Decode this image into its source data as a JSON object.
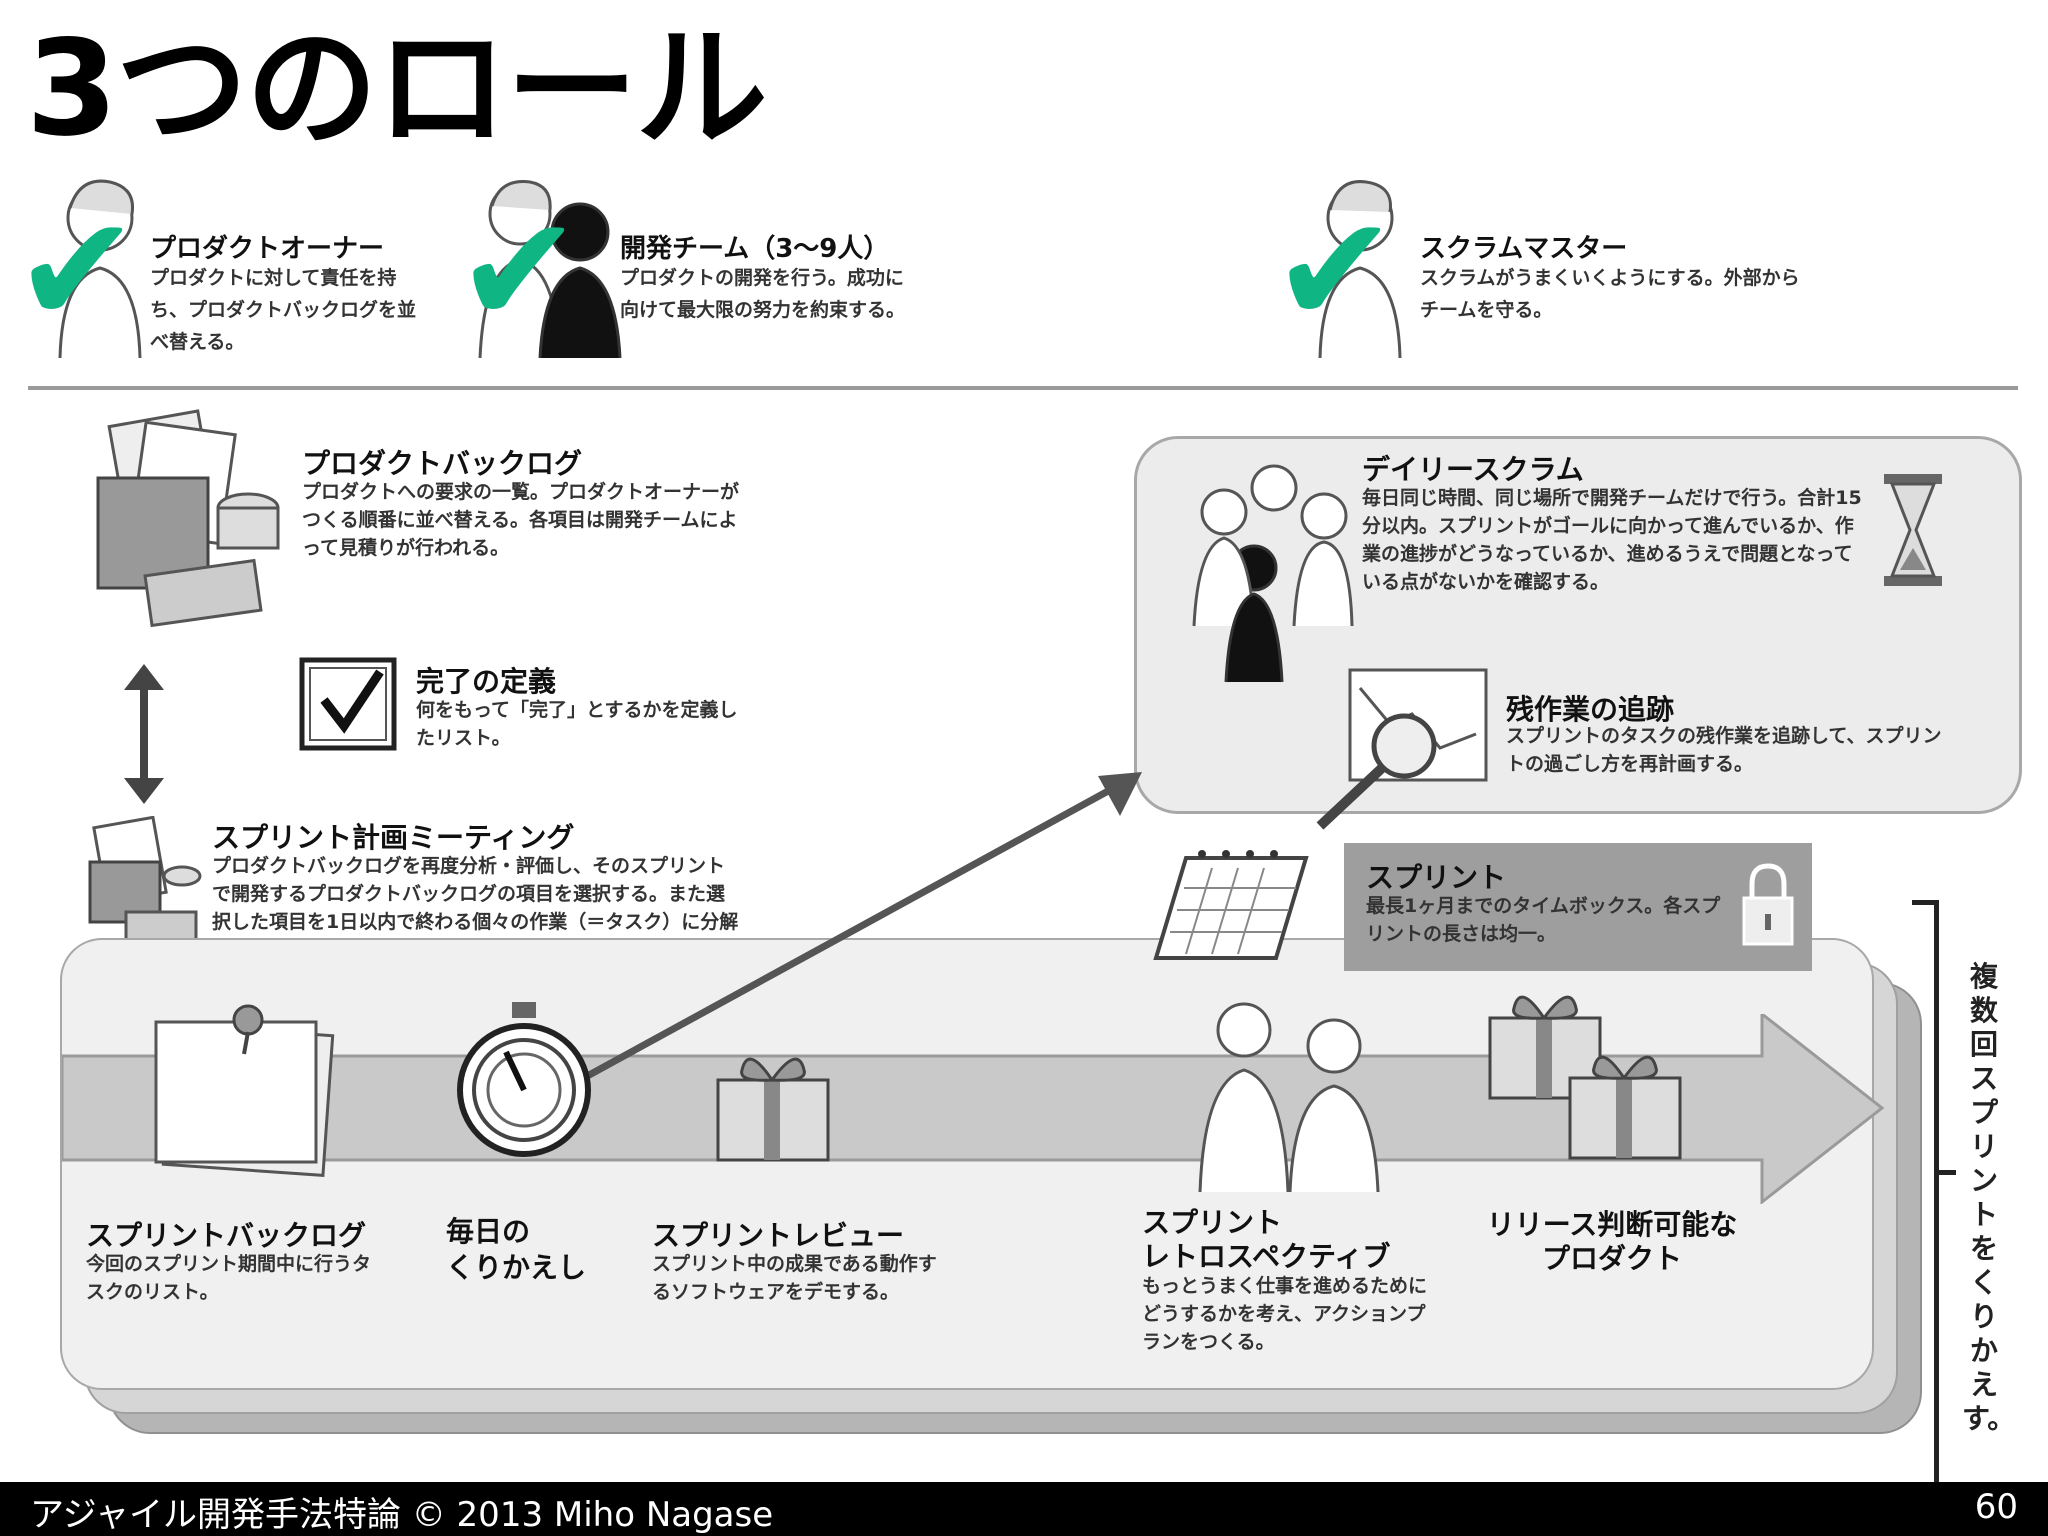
{
  "title": "3つのロール",
  "roles": [
    {
      "name": "プロダクトオーナー",
      "desc": "プロダクトに対して責任を持ち、プロダクトバックログを並べ替える。"
    },
    {
      "name": "開発チーム（3〜9人）",
      "desc": "プロダクトの開発を行う。成功に向けて最大限の努力を約束する。"
    },
    {
      "name": "スクラムマスター",
      "desc": "スクラムがうまくいくようにする。外部からチームを守る。"
    }
  ],
  "check_glyph": "✔",
  "product_backlog": {
    "title": "プロダクトバックログ",
    "desc": "プロダクトへの要求の一覧。プロダクトオーナーがつくる順番に並べ替える。各項目は開発チームによって見積りが行われる。"
  },
  "definition_of_done": {
    "title": "完了の定義",
    "desc": "何をもって「完了」とするかを定義したリスト。"
  },
  "sprint_planning": {
    "title": "スプリント計画ミーティング",
    "desc": "プロダクトバックログを再度分析・評価し、そのスプリントで開発するプロダクトバックログの項目を選択する。また選択した項目を1日以内で終わる個々の作業（＝タスク）に分解する。"
  },
  "daily_scrum": {
    "title": "デイリースクラム",
    "desc": "毎日同じ時間、同じ場所で開発チームだけで行う。合計15分以内。スプリントがゴールに向かって進んでいるか、作業の進捗がどうなっているか、進めるうえで問題となっている点がないかを確認する。"
  },
  "burndown": {
    "title": "残作業の追跡",
    "desc": "スプリントのタスクの残作業を追跡して、スプリントの過ごし方を再計画する。"
  },
  "sprint": {
    "title": "スプリント",
    "desc": "最長1ヶ月までのタイムボックス。各スプリントの長さは均一。"
  },
  "sprint_backlog": {
    "title": "スプリントバックログ",
    "desc": "今回のスプリント期間中に行うタスクのリスト。"
  },
  "daily_cycle": {
    "title": "毎日の\nくりかえし"
  },
  "sprint_review": {
    "title": "スプリントレビュー",
    "desc": "スプリント中の成果である動作するソフトウェアをデモする。"
  },
  "retrospective": {
    "title": "スプリント\nレトロスペクティブ",
    "desc": "もっとうまく仕事を進めるためにどうするかを考え、アクションプランをつくる。"
  },
  "release": {
    "title": "リリース判断可能な\nプロダクト"
  },
  "repeat_label": "複数回スプリントをくりかえす。",
  "footer": {
    "left": "アジャイル開発手法特論 © 2013 Miho Nagase",
    "page": "60"
  },
  "colors": {
    "check": "#10b584",
    "footer_bg": "#000000",
    "band": "#f0f0f0",
    "sprint_box": "#9e9e9e"
  },
  "icons": [
    "person-icon",
    "document-stack-icon",
    "checkbox-icon",
    "double-arrow-icon",
    "stopwatch-icon",
    "gift-icon",
    "calendar-icon",
    "lock-icon",
    "hourglass-icon",
    "chart-magnifier-icon",
    "note-icon"
  ]
}
